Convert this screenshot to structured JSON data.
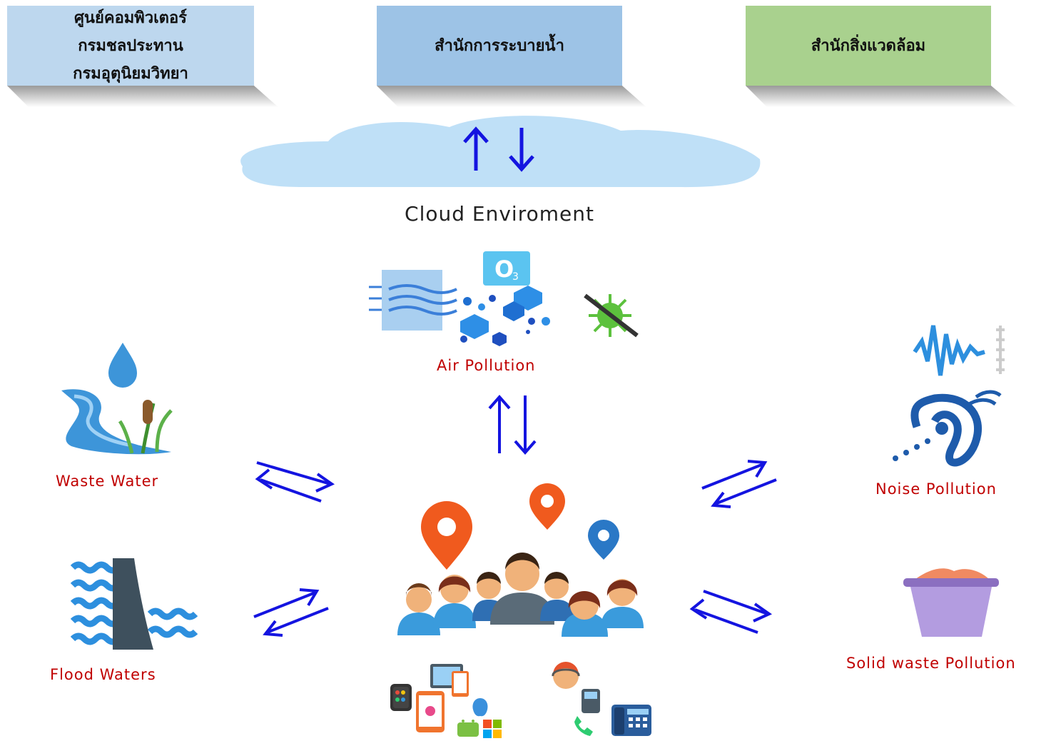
{
  "boxes": {
    "left": {
      "line1": "ศูนย์คอมพิวเตอร์",
      "line2": "กรมชลประทาน",
      "line3": "กรมอุตุนิยมวิทยา"
    },
    "middle": {
      "text": "สำนักการระบายน้ำ"
    },
    "right": {
      "text": "สำนักสิ่งแวดล้อม"
    }
  },
  "cloud": {
    "label": "Cloud Enviroment"
  },
  "nodes": {
    "air": "Air Pollution",
    "waste_water": "Waste Water",
    "flood": "Flood Waters",
    "noise": "Noise Pollution",
    "solid": "Solid waste Pollution"
  },
  "icons": {
    "ozone": "O",
    "ozone_sub": "3"
  },
  "colors": {
    "arrow": "#1414e0",
    "label_red": "#c00000",
    "box_left": "#bdd7ee",
    "box_mid": "#9dc3e6",
    "box_right": "#a9d18e",
    "cloud": "#bfe0f7"
  }
}
